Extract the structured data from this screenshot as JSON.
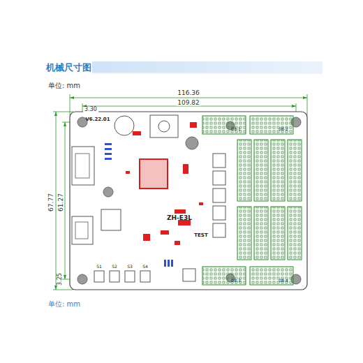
{
  "diagram": {
    "title": "机械尺寸图",
    "caption": "单位: mm",
    "labels": [
      "单位: mm",
      "116.36",
      "109.82",
      "3.30",
      "67.77",
      "61.27",
      "3.25",
      "V6.22.01",
      "ZH-E3L",
      "TEST",
      "08-1",
      "08-2",
      "08-3",
      "08-4",
      "S1",
      "S2",
      "S3",
      "S4"
    ]
  }
}
